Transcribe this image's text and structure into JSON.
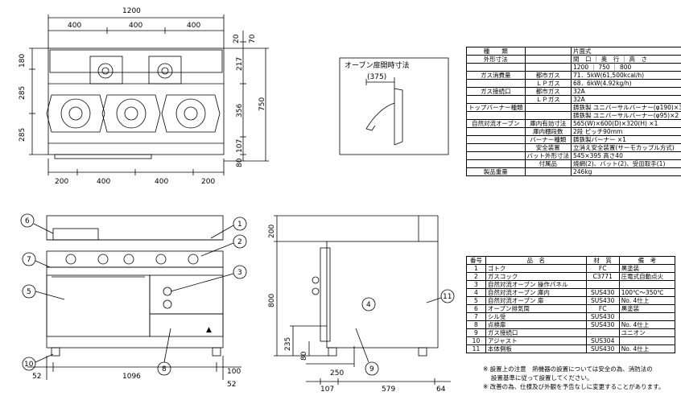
{
  "top_view": {
    "dim_total_width": "1200",
    "dim_top_sections": [
      "400",
      "400",
      "400"
    ],
    "dim_bottom_sections": [
      "200",
      "400",
      "400",
      "200"
    ],
    "dim_left": [
      "180",
      "285",
      "285"
    ],
    "dim_right_small": [
      "20",
      "70"
    ],
    "dim_right": [
      "217",
      "356",
      "107",
      "80"
    ],
    "dim_depth": "750"
  },
  "oven_detail": {
    "title": "オーブン扉開時寸法",
    "dim": "(375)"
  },
  "front_view": {
    "callouts": [
      "6",
      "1",
      "2",
      "7",
      "3",
      "5",
      "8",
      "10"
    ],
    "dims": [
      "52",
      "1096",
      "100",
      "52"
    ],
    "door_label": "▲"
  },
  "side_view": {
    "callouts": [
      "4",
      "11",
      "9"
    ],
    "dims": [
      "200",
      "800",
      "235",
      "80",
      "250",
      "107",
      "579",
      "64"
    ]
  },
  "spec_table": {
    "rows": [
      [
        "種　　類",
        "",
        "片面式"
      ],
      [
        "外形寸法",
        "",
        "間　口 ｜ 奥　行 ｜ 高　さ"
      ],
      [
        "",
        "",
        "1200 ｜ 750 ｜ 800"
      ],
      [
        "ガス消費量",
        "都市ガス",
        "71．5kW(61,500kcal/h)"
      ],
      [
        "",
        "ＬＰガス",
        "68．6kW(4.92kg/h)"
      ],
      [
        "ガス接続口",
        "都市ガス",
        "32A"
      ],
      [
        "",
        "ＬＰガス",
        "32A"
      ],
      [
        "トップバーナー種類",
        "",
        "鋳鉄製 ユニバーサルバーナー(φ190)×3"
      ],
      [
        "",
        "",
        "鋳鉄製 ユニバーサルバーナー(φ95)×2"
      ],
      [
        "自然対流オーブン",
        "庫内有効寸法",
        "565(W)×600(D)×320(H) ×1"
      ],
      [
        "",
        "庫内棚段数",
        "2段 ピッチ90mm"
      ],
      [
        "",
        "バーナー種類",
        "鋳鉄製バーナー ×1"
      ],
      [
        "",
        "安全装置",
        "立消え安全装置(サーモカップル方式)"
      ],
      [
        "",
        "バット外形寸法",
        "545×395 高さ40"
      ],
      [
        "",
        "付属品",
        "焼網(2)、バット(2)、受皿取手(1)"
      ],
      [
        "製品重量",
        "",
        "246kg"
      ]
    ]
  },
  "parts_table": {
    "header": [
      "番号",
      "品　名",
      "材　質",
      "備　考"
    ],
    "rows": [
      [
        "1",
        "ゴトク",
        "FC",
        "黒塗装"
      ],
      [
        "2",
        "ガスコック",
        "C3771",
        "圧電式自動点火"
      ],
      [
        "3",
        "自然対流オーブン 操作パネル",
        "",
        ""
      ],
      [
        "4",
        "自然対流オーブン 庫内",
        "SUS430",
        "100℃～350℃"
      ],
      [
        "5",
        "自然対流オーブン 扉",
        "SUS430",
        "No. 4仕上"
      ],
      [
        "6",
        "オーブン排気筒",
        "FC",
        "黒塗装"
      ],
      [
        "7",
        "シル受",
        "SUS430",
        ""
      ],
      [
        "8",
        "点検扉",
        "SUS430",
        "No. 4仕上"
      ],
      [
        "9",
        "ガス接続口",
        "",
        "ユニオン"
      ],
      [
        "10",
        "アジャスト",
        "SUS304",
        ""
      ],
      [
        "11",
        "本体側板",
        "SUS430",
        "No. 4仕上"
      ]
    ]
  },
  "notes": [
    "※ 設置上の注意　熱機器の設置については安全の為、消防法の",
    "　 設置基準に従って設置してください。",
    "※ 改善の為、仕様及び外観を予告なしに変更することがあります。"
  ]
}
